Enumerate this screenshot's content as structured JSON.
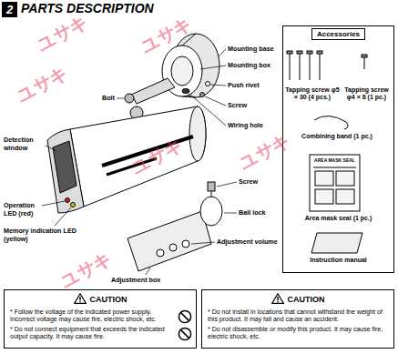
{
  "diagram": {
    "title": "PARTS DESCRIPTION",
    "nodes": [
      {
        "text": [
          "Accessories"
        ]
      },
      {
        "text": [
          "CAUTION",
          "* Follow the voltage of the indicated power supply. Incorrect voltage may cause fire, electric shock, etc.",
          "* Do not connect equipment that exceeds the indicated output capacity. It may cause fire."
        ]
      },
      {
        "text": [
          "CAUTION",
          "* Do not install in locations that cannot withstand the weight of this product. It may fall and cause an accident.",
          "* Do not disassemble or modify this product. It may cause fire, electric shock, etc."
        ]
      }
    ],
    "labels": [
      "2",
      "Mounting base",
      "Mounting box",
      "Push rivet",
      "Screw",
      "Wiring hole",
      "Bolt",
      "Detection window",
      "Operation LED (red)",
      "Memory indication LED (yellow)",
      "Screw",
      "Ball lock",
      "Adjustment volume",
      "Adjustment box",
      "Tapping screw φ5 × 30 (4 pcs.)",
      "Tapping screw φ4 × 8 (1 pc.)",
      "Combining band (1 pc.)",
      "Area mask seal (1 pc.)",
      "Instruction manual",
      "AREA MASK SEAL",
      "ユサキ",
      "ユサキ",
      "ユサキ",
      "ユサキ",
      "ユサキ",
      "ユサキ"
    ]
  }
}
